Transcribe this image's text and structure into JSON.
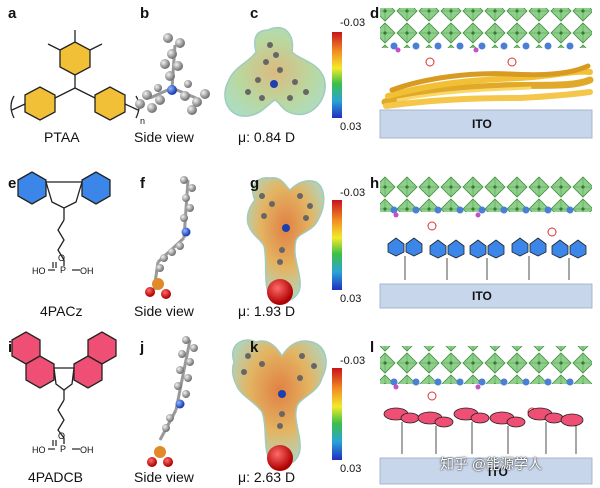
{
  "panels": {
    "a": {
      "label": "a",
      "caption": "PTAA",
      "subscript": "n"
    },
    "b": {
      "label": "b",
      "caption": "Side view"
    },
    "c": {
      "label": "c",
      "caption": "μ: 0.84 D",
      "scale_top": "-0.03",
      "scale_bottom": "0.03"
    },
    "d": {
      "label": "d",
      "substrate": "ITO"
    },
    "e": {
      "label": "e",
      "caption": "4PACz",
      "atoms": {
        "O_top": "O",
        "P": "P",
        "OH_left": "HO",
        "OH_right": "OH"
      }
    },
    "f": {
      "label": "f",
      "caption": "Side view"
    },
    "g": {
      "label": "g",
      "caption": "μ: 1.93 D",
      "scale_top": "-0.03",
      "scale_bottom": "0.03"
    },
    "h": {
      "label": "h",
      "substrate": "ITO"
    },
    "i": {
      "label": "i",
      "caption": "4PADCB",
      "atoms": {
        "O_top": "O",
        "P": "P",
        "OH_left": "HO",
        "OH_right": "OH"
      }
    },
    "j": {
      "label": "j",
      "caption": "Side view"
    },
    "k": {
      "label": "k",
      "caption": "μ: 2.63 D",
      "scale_top": "-0.03",
      "scale_bottom": "0.03"
    },
    "l": {
      "label": "l",
      "substrate": "ITO"
    }
  },
  "colors": {
    "ptaa": "#f2c037",
    "carbazole": "#3b86e8",
    "dibenzocarbazole": "#ef4f74",
    "octahedra": "#6dbf6a",
    "ito": "#c8d6ec"
  },
  "watermark": "知乎 @能源学人"
}
